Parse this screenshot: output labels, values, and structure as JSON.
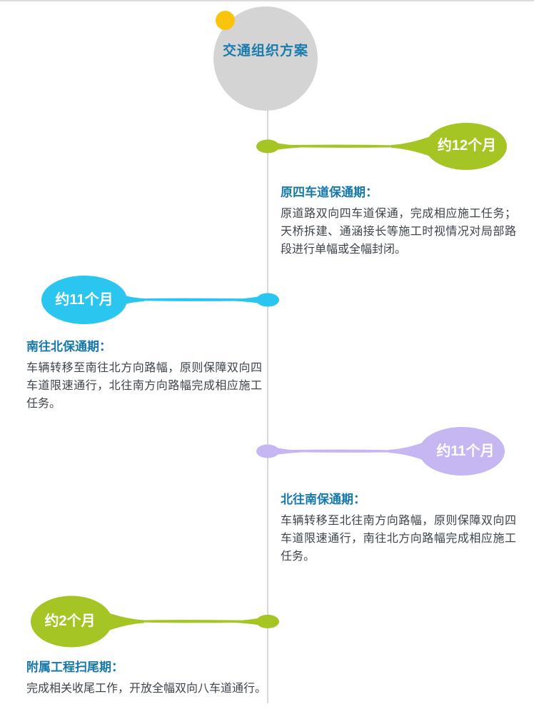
{
  "root": {
    "title": "交通组织方案"
  },
  "colors": {
    "green": "#a4c523",
    "cyan": "#2bc6ef",
    "purple": "#c6b7f2",
    "root_circle": "#d4d4d4",
    "accent_dot": "#fac30c",
    "timeline": "#d8d8d8",
    "heading_blue": "#1779a9",
    "body_text": "#3d444c"
  },
  "phases": [
    {
      "duration": "约12个月",
      "side": "right",
      "color": "#a4c523",
      "title": "原四车道保通期：",
      "body": "原道路双向四车道保通，完成相应施工任务；天桥拆建、通涵接长等施工时视情况对局部路段进行单幅或全幅封闭。"
    },
    {
      "duration": "约11个月",
      "side": "left",
      "color": "#2bc6ef",
      "title": "南往北保通期：",
      "body": "车辆转移至南往北方向路幅，原则保障双向四车道限速通行，北往南方向路幅完成相应施工任务。"
    },
    {
      "duration": "约11个月",
      "side": "right",
      "color": "#c6b7f2",
      "title": "北往南保通期：",
      "body": "车辆转移至北往南方向路幅，原则保障双向四车道限速通行，南往北方向路幅完成相应施工任务。"
    },
    {
      "duration": "约2个月",
      "side": "left",
      "color": "#a4c523",
      "title": "附属工程扫尾期：",
      "body": "完成相关收尾工作，开放全幅双向八车道通行。"
    }
  ]
}
